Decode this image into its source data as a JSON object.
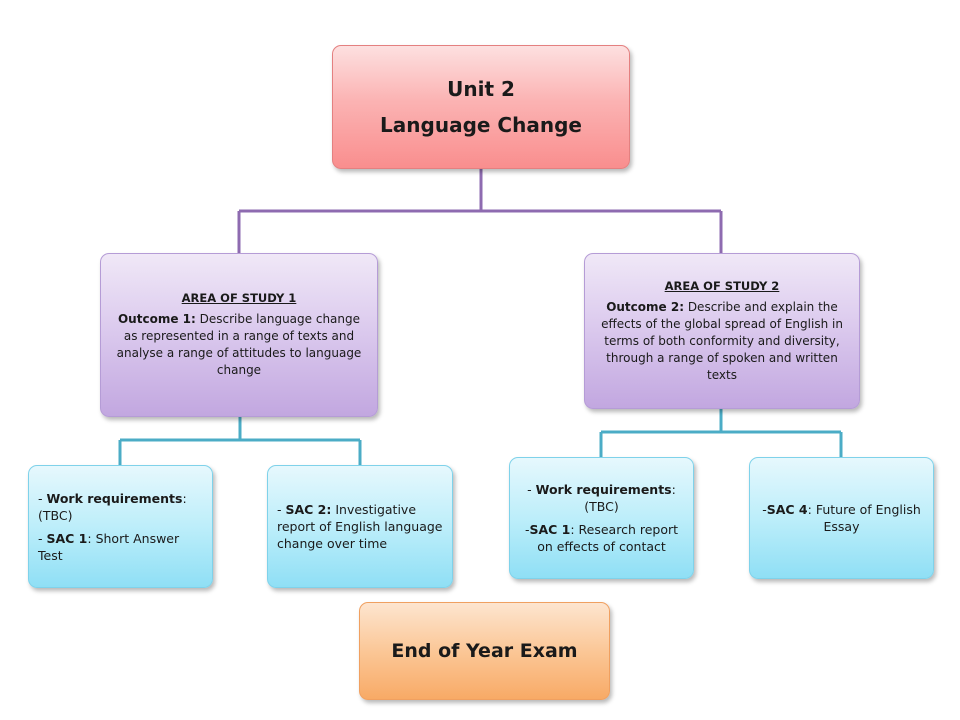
{
  "root": {
    "line1": "Unit 2",
    "line2": "Language Change"
  },
  "areas": [
    {
      "heading": "AREA OF STUDY 1",
      "outcome_label": "Outcome 1:",
      "outcome_text": " Describe language change as represented in a range of texts and analyse a range of attitudes to language change"
    },
    {
      "heading": "AREA OF STUDY 2",
      "outcome_label": "Outcome 2:",
      "outcome_text": " Describe and explain the effects of the global spread of English in terms of both conformity and diversity, through a range of spoken and written texts"
    }
  ],
  "leaves": [
    {
      "items": [
        {
          "prefix": "- ",
          "label": "Work requirements",
          "text": ": (TBC)"
        },
        {
          "prefix": "- ",
          "label": "SAC 1",
          "text": ":  Short Answer Test"
        }
      ]
    },
    {
      "items": [
        {
          "prefix": "- ",
          "label": "SAC 2:",
          "text": " Investigative report of English language change over time"
        }
      ]
    },
    {
      "items": [
        {
          "prefix": "- ",
          "label": "Work requirements",
          "text": ": (TBC)"
        },
        {
          "prefix": "-",
          "label": "SAC 1",
          "text": ": Research report on effects of contact"
        }
      ]
    },
    {
      "items": [
        {
          "prefix": "-",
          "label": "SAC 4",
          "text": ": Future of English Essay"
        }
      ]
    }
  ],
  "exam": {
    "title": "End of Year Exam"
  },
  "colors": {
    "root_connector": "#8e6bb0",
    "leaf_connector": "#4bacc6"
  }
}
